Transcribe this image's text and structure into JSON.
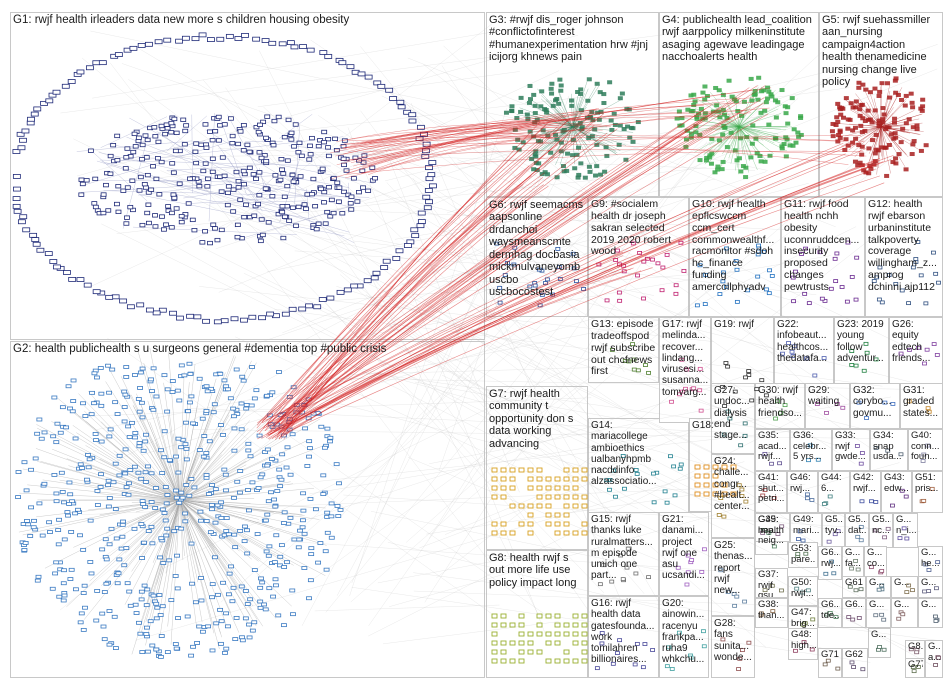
{
  "groups": [
    {
      "id": "G1",
      "label": "G1: rwjf health irleaders data new more s children housing obesity",
      "color": "#1f2a78"
    },
    {
      "id": "G2",
      "label": "G2: health publichealth s u surgeons general #dementia top #public crisis",
      "color": "#3a7ac2"
    },
    {
      "id": "G3",
      "label": "G3: #rwjf dis_roger johnson\n#conflictofinterest\n#humanexperimentation hrw #jnj\nicijorg khnews pain",
      "color": "#2e7d5a"
    },
    {
      "id": "G4",
      "label": "G4: publichealth lead_coalition\nrwjf aarppolicy milkeninstitute\nasaging agewave leadingage\nnacchoalerts health",
      "color": "#3aa84a"
    },
    {
      "id": "G5",
      "label": "G5: rwjf suehassmiller\naan_nursing\ncampaign4action\nhealth thenamedicine\nnursing change live\npolicy",
      "color": "#a82020"
    },
    {
      "id": "G6",
      "label": "G6: rwjf seemacms\naapsonline\ndrdanchoi\nwaysmeanscmte\ndermhag docbasia\nmickmulvaneyomb\nuscbo\nuscbocostest",
      "color": "#2a55a0"
    },
    {
      "id": "G7",
      "label": "G7: rwjf health\ncommunity t\nopportunity don s\ndata working\nadvancing",
      "color": "#d8a020"
    },
    {
      "id": "G8",
      "label": "G8: health rwjf s\nout more life use\npolicy impact long",
      "color": "#9ab030"
    },
    {
      "id": "G9",
      "label": "G9: #socialem\nhealth dr joseph\nsakran selected\n2019 2020 robert\nwood",
      "color": "#c02070"
    },
    {
      "id": "G10",
      "label": "G10: rwjf health\nepflcswccm\nccm_cert\ncommonwealthf...\nracmonitor #sdoh\nhc_finance\nfunding\namercollphyadv",
      "color": "#2070c0"
    },
    {
      "id": "G11",
      "label": "G11: rwjf food\nhealth nchh\nobesity\nuconnruddcen...\ninsecurity\nproposed\nchanges\npewtrusts",
      "color": "#6a2a90"
    },
    {
      "id": "G12",
      "label": "G12: health\nrwjf ebarson\nurbaninstitute\ntalkpoverty\ncoverage\nwillingham_z...\namprog\ndchinni ajp112",
      "color": "#305080"
    },
    {
      "id": "G13",
      "label": "G13: episode\ntradeoffspod\nrwjf subscribe\nout chcfnews\nfirst",
      "color": "#508030"
    },
    {
      "id": "G14",
      "label": "G14:\nmariacollege\nambioethics\nualbanyhpmb\nnacddinfo\nalzassociatio...",
      "color": "#208090"
    },
    {
      "id": "G15",
      "label": "G15: rwjf\nthanks luke\nruralmatters...\nm episode\numich one\npart...",
      "color": "#707070"
    },
    {
      "id": "G16",
      "label": "G16: rwjf\nhealth data\ngatesfounda...\nwork\ntomilahren\nbillionaires...",
      "color": "#4a4a9a"
    },
    {
      "id": "G17",
      "label": "G17: rwjf\nmelinda...\nrecover...\nlindang...\nvirusesi...\nsusanna...\ntomvarg...",
      "color": "#d05090"
    },
    {
      "id": "G18",
      "label": "G18:",
      "color": "#e09020"
    },
    {
      "id": "G19",
      "label": "G19: rwjf",
      "color": "#303030"
    },
    {
      "id": "G20",
      "label": "G20:\nainowin...\nracenyu\nfrankpa...\nruha9\nwhkchu...",
      "color": "#40a0a0"
    },
    {
      "id": "G21",
      "label": "G21:\ndanami...\nproject\nrwjf one\nasu\nucsandi...",
      "color": "#a060c0"
    },
    {
      "id": "G22",
      "label": "G22:\ninfobeaut...\nhealthcos...\nthedatafa...",
      "color": "#5060b0"
    },
    {
      "id": "G23",
      "label": "G23: 2019\nyoung\nfollow\nadventur...",
      "color": "#208040"
    },
    {
      "id": "G24",
      "label": "G24:\nchalle...\ncongr...\n#healt...\ncenter...",
      "color": "#a08030"
    },
    {
      "id": "G25",
      "label": "G25:\nthenas...\nreport\nrwjf\nnew...",
      "color": "#6080a0"
    },
    {
      "id": "G26",
      "label": "G26:\nequity\nedtech\nfriends...",
      "color": "#8040a0"
    },
    {
      "id": "G27",
      "label": "G27:\nundoc...\ndialysis\nend\nstage...",
      "color": "#307070"
    },
    {
      "id": "G28",
      "label": "G28:\nfans\nsunita...\nwonde...",
      "color": "#905050"
    },
    {
      "id": "G29",
      "label": "G29:\nwaiting",
      "color": "#a050a0"
    },
    {
      "id": "G30",
      "label": "G30: rwjf\nhealth\nfriendso...",
      "color": "#50a050"
    },
    {
      "id": "G31",
      "label": "G31:\ngraded\nstates...",
      "color": "#c08020"
    },
    {
      "id": "G32",
      "label": "G32:\ncorybo...\ngovmu...",
      "color": "#4070c0"
    },
    {
      "id": "G33",
      "label": "G33:\nrwjf\ngwde...",
      "color": "#7050a0"
    },
    {
      "id": "G34",
      "label": "G34:\nsnap\nusda...",
      "color": "#506070"
    },
    {
      "id": "G35",
      "label": "G35:\nacad...\nrwjf...",
      "color": "#605090"
    },
    {
      "id": "G36",
      "label": "G36:\ncelebr...\n5 yrs...",
      "color": "#3080b0"
    },
    {
      "id": "G37",
      "label": "G37:\nrwjf\ngsu...",
      "color": "#707050"
    },
    {
      "id": "G38",
      "label": "G38:\nthan...",
      "color": "#806040"
    },
    {
      "id": "G39",
      "label": "G39:\nhealth\nneig...",
      "color": "#508060"
    },
    {
      "id": "G40",
      "label": "G40:\nconn...\nfoun...",
      "color": "#8080a0"
    },
    {
      "id": "G41",
      "label": "G41:\nshut...\npetri...",
      "color": "#a04040"
    },
    {
      "id": "G42",
      "label": "G42:\nrwjf...",
      "color": "#4050a0"
    },
    {
      "id": "G43",
      "label": "G43:\nedw...",
      "color": "#603080"
    },
    {
      "id": "G44",
      "label": "G44:\n6...",
      "color": "#408080"
    },
    {
      "id": "G45",
      "label": "G45:\nimp...",
      "color": "#806080"
    },
    {
      "id": "G46",
      "label": "G46:\nrwj...",
      "color": "#5070a0"
    },
    {
      "id": "G47",
      "label": "G47:\nbrig...",
      "color": "#708040"
    },
    {
      "id": "G48",
      "label": "G48:\nhigh...",
      "color": "#904060"
    },
    {
      "id": "G49",
      "label": "G49:\nmari...",
      "color": "#4060a0"
    },
    {
      "id": "G50",
      "label": "G50:\nrwjf...",
      "color": "#508080"
    },
    {
      "id": "G51",
      "label": "G51:\npris...",
      "color": "#a06040"
    },
    {
      "id": "G52",
      "label": "G5...\ntyv...",
      "color": "#7060a0"
    },
    {
      "id": "G53",
      "label": "G53:\npare...",
      "color": "#507050"
    },
    {
      "id": "G54",
      "label": "G5...\ndat...",
      "color": "#6080a0"
    },
    {
      "id": "G55",
      "label": "G5...\nnc...",
      "color": "#806080"
    },
    {
      "id": "G56",
      "label": "G...\nn_i...",
      "color": "#6050a0"
    },
    {
      "id": "G57",
      "label": "G6...\nrwj...",
      "color": "#407090"
    },
    {
      "id": "G58",
      "label": "G...\nfa...",
      "color": "#708070"
    },
    {
      "id": "G59",
      "label": "G...\nco...",
      "color": "#905070"
    },
    {
      "id": "G60",
      "label": "G...\nhe...",
      "color": "#506090"
    },
    {
      "id": "G61",
      "label": "G61",
      "color": "#607060"
    },
    {
      "id": "G62",
      "label": "G6...",
      "color": "#705080"
    },
    {
      "id": "G63",
      "label": "G...",
      "color": "#507080"
    },
    {
      "id": "G64",
      "label": "G...",
      "color": "#807050"
    },
    {
      "id": "G65",
      "label": "G...",
      "color": "#606080"
    },
    {
      "id": "G66",
      "label": "G6...\ntde...",
      "color": "#508060"
    },
    {
      "id": "G67",
      "label": "G6...",
      "color": "#705070"
    },
    {
      "id": "G68",
      "label": "G...",
      "color": "#607080"
    },
    {
      "id": "G69",
      "label": "G...",
      "color": "#806060"
    },
    {
      "id": "G70",
      "label": "G...",
      "color": "#506070"
    },
    {
      "id": "G71",
      "label": "G71",
      "color": "#706050"
    },
    {
      "id": "G72",
      "label": "G62",
      "color": "#605070"
    },
    {
      "id": "G73",
      "label": "G...",
      "color": "#507060"
    },
    {
      "id": "G74",
      "label": "G8...",
      "color": "#806070"
    },
    {
      "id": "G75",
      "label": "G77",
      "color": "#607050"
    },
    {
      "id": "G76",
      "label": "G...\na...",
      "color": "#705060"
    }
  ],
  "edge_color": "#d42020"
}
